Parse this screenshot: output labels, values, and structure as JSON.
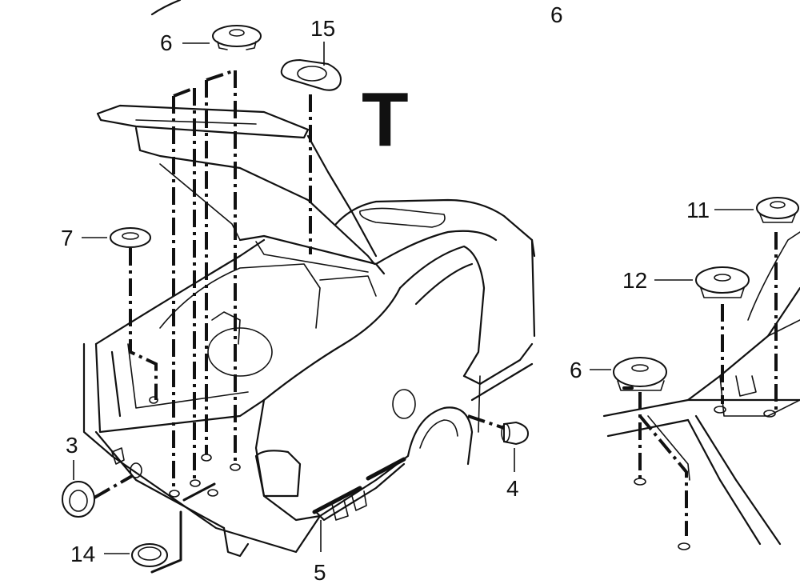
{
  "section_letter": "T",
  "callouts": [
    {
      "id": "c6top",
      "text": "6"
    },
    {
      "id": "c15",
      "text": "15"
    },
    {
      "id": "c6corner",
      "text": "6"
    },
    {
      "id": "c7",
      "text": "7"
    },
    {
      "id": "c11",
      "text": "11"
    },
    {
      "id": "c12",
      "text": "12"
    },
    {
      "id": "c6right",
      "text": "6"
    },
    {
      "id": "c3",
      "text": "3"
    },
    {
      "id": "c4",
      "text": "4"
    },
    {
      "id": "c14",
      "text": "14"
    },
    {
      "id": "c5",
      "text": "5"
    }
  ]
}
